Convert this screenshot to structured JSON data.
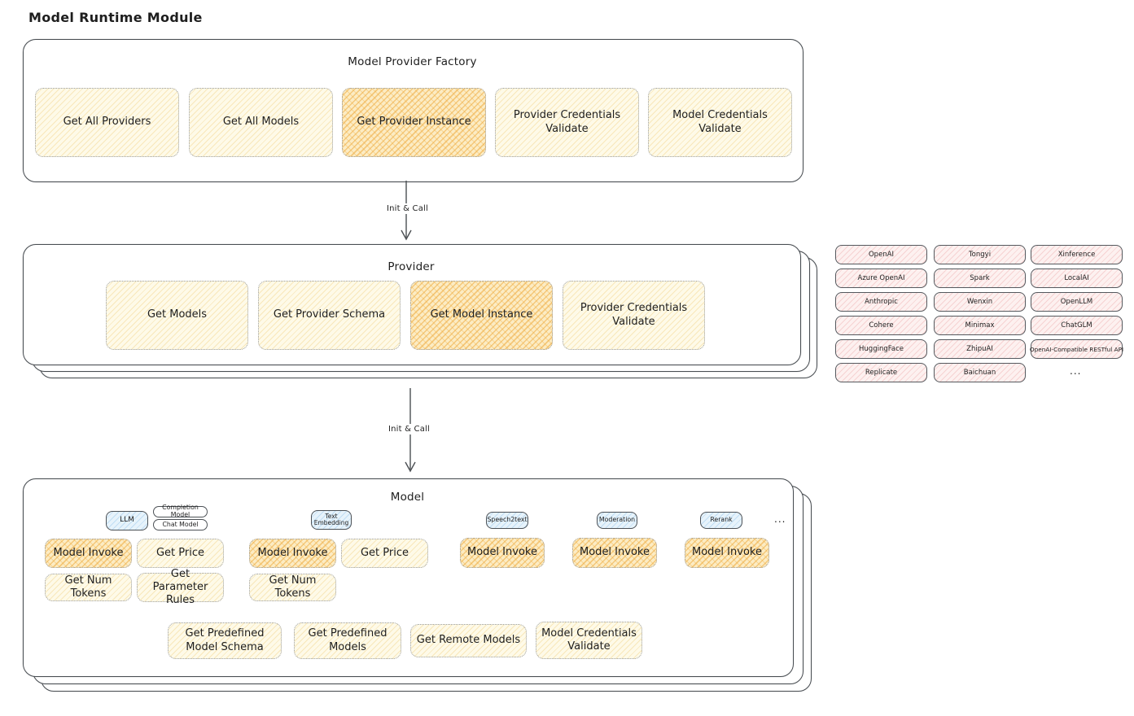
{
  "title": "Model Runtime Module",
  "arrows": {
    "top_label": "Init & Call",
    "bottom_label": "Init & Call"
  },
  "factory": {
    "title": "Model Provider Factory",
    "buttons": [
      {
        "label": "Get All Providers",
        "highlighted": false
      },
      {
        "label": "Get All Models",
        "highlighted": false
      },
      {
        "label": "Get Provider Instance",
        "highlighted": true
      },
      {
        "label": "Provider Credentials Validate",
        "highlighted": false
      },
      {
        "label": "Model Credentials Validate",
        "highlighted": false
      }
    ]
  },
  "provider": {
    "title": "Provider",
    "buttons": [
      {
        "label": "Get Models",
        "highlighted": false
      },
      {
        "label": "Get Provider Schema",
        "highlighted": false
      },
      {
        "label": "Get Model Instance",
        "highlighted": true
      },
      {
        "label": "Provider Credentials Validate",
        "highlighted": false
      }
    ]
  },
  "provider_list": {
    "column1": [
      "OpenAI",
      "Azure OpenAI",
      "Anthropic",
      "Cohere",
      "HuggingFace",
      "Replicate"
    ],
    "column2": [
      "Tongyi",
      "Spark",
      "Wenxin",
      "Minimax",
      "ZhipuAI",
      "Baichuan"
    ],
    "column3": [
      "Xinference",
      "LocalAI",
      "OpenLLM",
      "ChatGLM",
      "OpenAI-Compatible RESTful API"
    ],
    "ellipsis": "..."
  },
  "model": {
    "title": "Model",
    "model_types": [
      {
        "label": "LLM",
        "style": "blue"
      },
      {
        "label": "Completion Model",
        "style": "white"
      },
      {
        "label": "Chat Model",
        "style": "white"
      },
      {
        "label": "Text Embedding",
        "style": "blue"
      },
      {
        "label": "Speech2text",
        "style": "blue"
      },
      {
        "label": "Moderation",
        "style": "blue"
      },
      {
        "label": "Rerank",
        "style": "blue"
      }
    ],
    "types_ellipsis": "...",
    "llm_ops": [
      {
        "label": "Model Invoke",
        "highlighted": true
      },
      {
        "label": "Get Price",
        "highlighted": false
      },
      {
        "label": "Get Num Tokens",
        "highlighted": false
      },
      {
        "label": "Get Parameter Rules",
        "highlighted": false
      }
    ],
    "text_embedding_ops": [
      {
        "label": "Model Invoke",
        "highlighted": true
      },
      {
        "label": "Get Price",
        "highlighted": false
      },
      {
        "label": "Get Num Tokens",
        "highlighted": false
      }
    ],
    "speech2text_ops": [
      {
        "label": "Model Invoke",
        "highlighted": true
      }
    ],
    "moderation_ops": [
      {
        "label": "Model Invoke",
        "highlighted": true
      }
    ],
    "rerank_ops": [
      {
        "label": "Model Invoke",
        "highlighted": true
      }
    ],
    "common_ops": [
      "Get Predefined Model Schema",
      "Get Predefined Models",
      "Get Remote Models",
      "Model Credentials Validate"
    ]
  },
  "colors": {
    "button_yellow": "#fefae8",
    "button_orange_highlight": "#fcecc4",
    "chip_blue": "#e7f3fb",
    "provider_pink": "#fdf1f0",
    "stroke_dark": "#494e53"
  }
}
